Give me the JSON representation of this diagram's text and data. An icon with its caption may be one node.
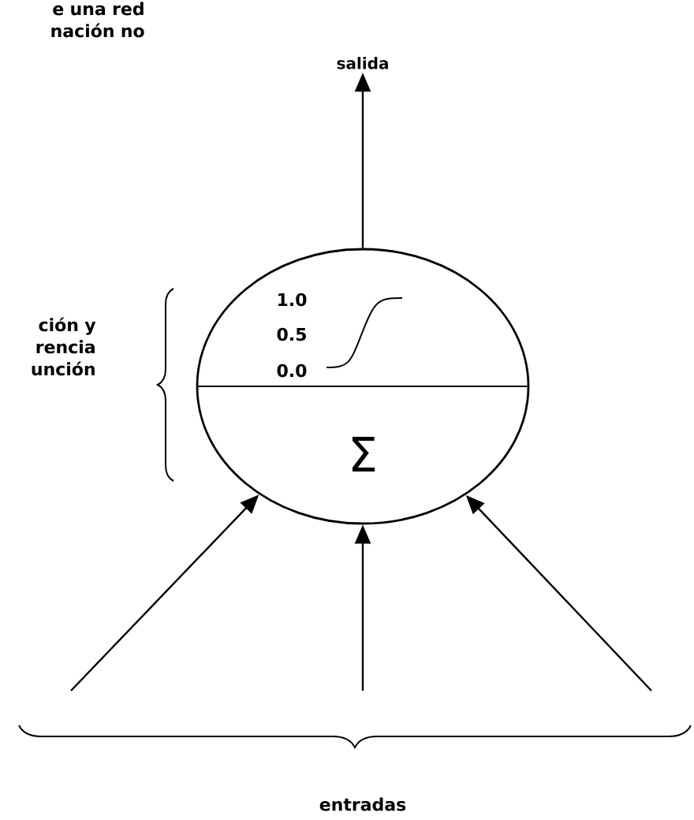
{
  "diagram": {
    "nodes": [
      {
        "text": [
          "1.0",
          "0.5",
          "0.0",
          "Σ"
        ]
      },
      {
        "text": [
          "salida"
        ]
      }
    ],
    "edges": [
      {
        "from": 0,
        "to": 1,
        "arrow": "to"
      },
      {
        "from": null,
        "to": 0,
        "arrow": "to"
      },
      {
        "from": null,
        "to": 0,
        "arrow": "to"
      },
      {
        "from": null,
        "to": 0,
        "arrow": "to"
      }
    ],
    "labels": [
      "e una red nación no",
      "ción y rencia unción",
      "entradas"
    ]
  }
}
